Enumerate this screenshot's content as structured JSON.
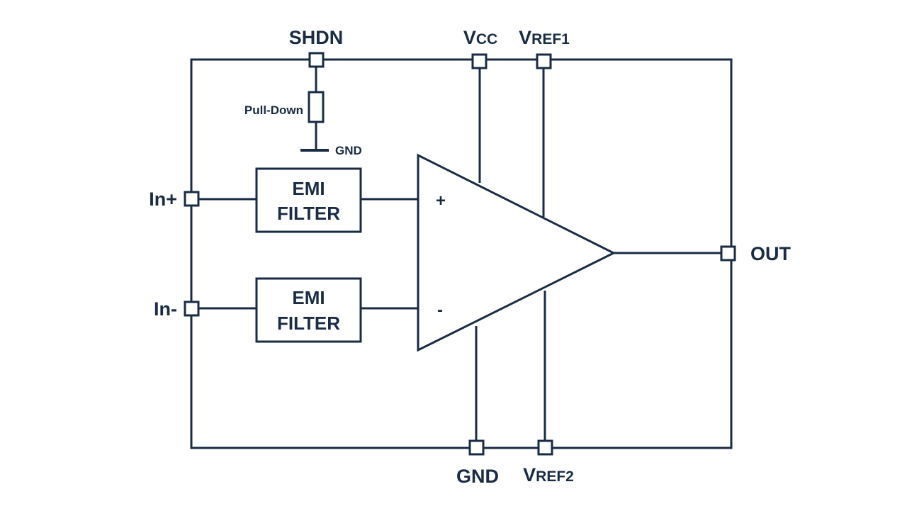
{
  "pins": {
    "shdn": "SHDN",
    "vcc_main": "V",
    "vcc_sub": "CC",
    "vref1_main": "V",
    "vref1_sub": "REF1",
    "in_plus": "In+",
    "in_minus": "In-",
    "out": "OUT",
    "gnd_bottom": "GND",
    "vref2_main": "V",
    "vref2_sub": "REF2"
  },
  "pulldown": {
    "label": "Pull-Down",
    "gnd": "GND"
  },
  "emi_filter_top": {
    "line1": "EMI",
    "line2": "FILTER"
  },
  "emi_filter_bottom": {
    "line1": "EMI",
    "line2": "FILTER"
  },
  "amplifier": {
    "plus": "+",
    "minus": "-"
  },
  "colors": {
    "line": "#1a2b44",
    "background": "#ffffff"
  }
}
